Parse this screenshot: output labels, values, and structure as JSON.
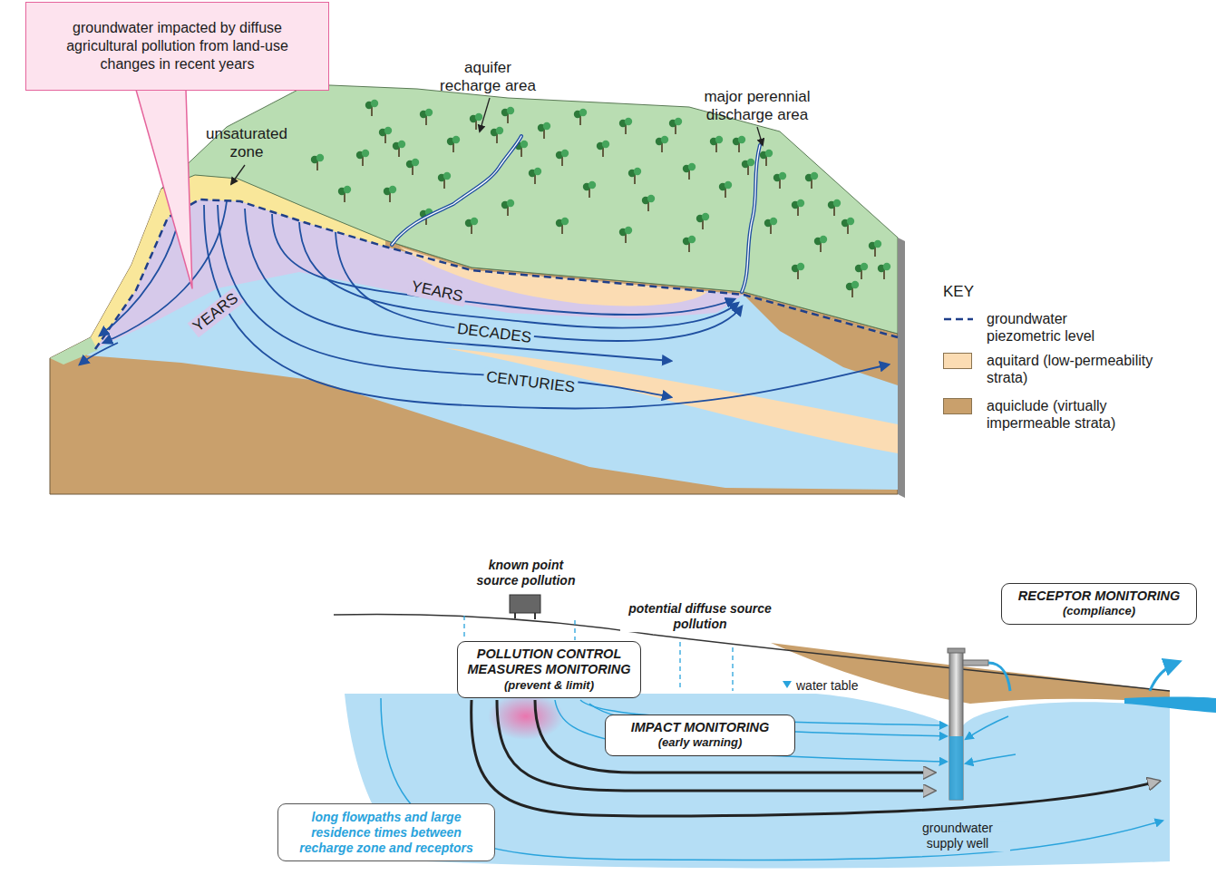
{
  "diagram": {
    "nodes": [
      {
        "text": [
          "groundwater impacted by diffuse agricultural pollution from land-use changes in recent years"
        ]
      },
      {
        "text": [
          "RECEPTOR MONITORING",
          "(compliance)"
        ]
      },
      {
        "text": [
          "POLLUTION CONTROL MEASURES MONITORING",
          "(prevent & limit)"
        ]
      },
      {
        "text": [
          "IMPACT MONITORING",
          "(early warning)"
        ]
      },
      {
        "text": [
          "long flowpaths and large residence times between recharge zone and receptors"
        ]
      }
    ],
    "labels": [
      "unsaturated zone",
      "aquifer recharge area",
      "major perennial discharge area",
      "YEARS",
      "YEARS",
      "DECADES",
      "CENTURIES",
      "KEY",
      "known point source pollution",
      "potential diffuse source pollution",
      "water table",
      "groundwater supply well"
    ],
    "legend": [
      {
        "text": "groundwater piezometric level"
      },
      {
        "text": "aquitard (low-permeability strata)",
        "color": "#fbdcb3"
      },
      {
        "text": "aquiclude (virtually impermeable strata)",
        "color": "#c9a06c"
      }
    ]
  }
}
